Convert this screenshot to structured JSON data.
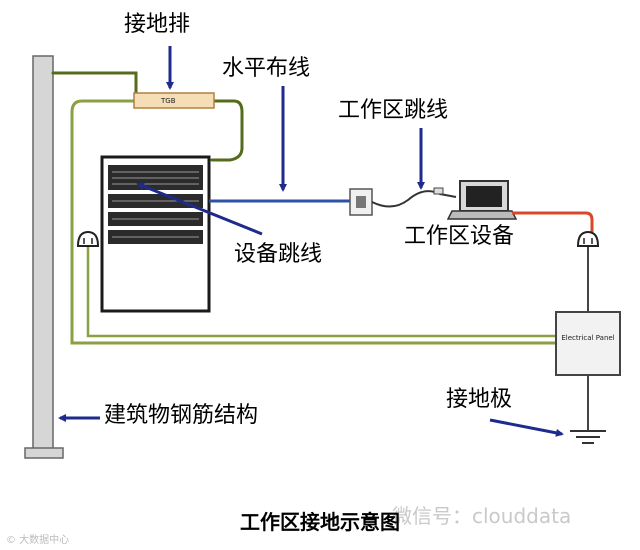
{
  "labels": {
    "grounding_bar": "接地排",
    "horizontal_cabling": "水平布线",
    "work_area_patch_cord": "工作区跳线",
    "equipment_patch_cord": "设备跳线",
    "work_area_equipment": "工作区设备",
    "building_steel_structure": "建筑物钢筋结构",
    "ground_electrode": "接地极"
  },
  "device_text": {
    "tgb": "TGB",
    "electrical_panel": "Electrical Panel"
  },
  "title": "工作区接地示意图",
  "watermark": "微信号：clouddata",
  "corner_mark": "© 大数据中心",
  "colors": {
    "annotation_arrow": "#1e2a8c",
    "ground_wire": "#8aa043",
    "ground_wire_dark": "#556b1e",
    "horizontal_cable": "#2d52a6",
    "power_wire": "#d9482a",
    "rack_frame": "#1a1a1a",
    "column_fill": "#d6d6d6"
  }
}
